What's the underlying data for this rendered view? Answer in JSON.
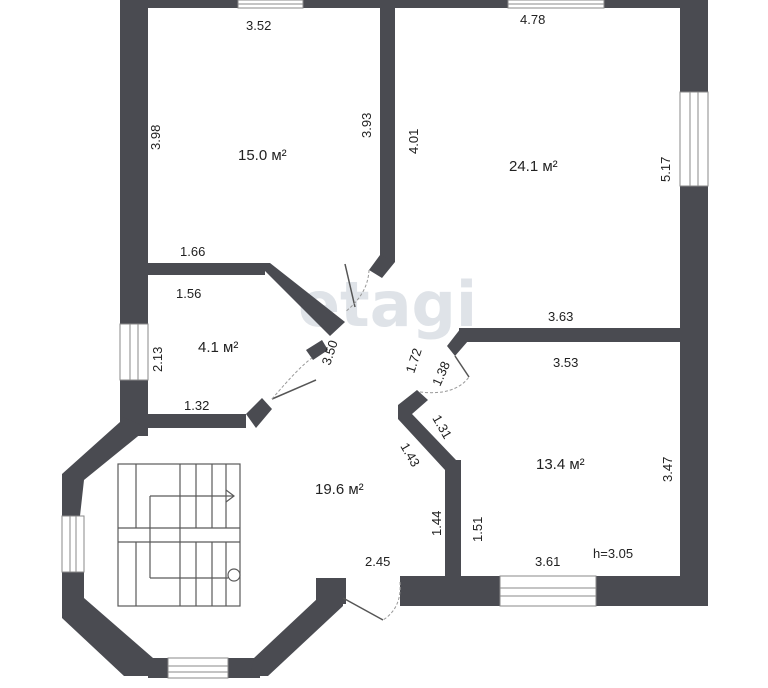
{
  "watermark": "etagi",
  "rooms": {
    "top_left_area": "15.0 м²",
    "top_right_area": "24.1 м²",
    "small_left_area": "4.1 м²",
    "hall_area": "19.6 м²",
    "bottom_right_area": "13.4 м²"
  },
  "dimensions": {
    "tl_top": "3.52",
    "tl_left": "3.98",
    "tl_right": "3.93",
    "tr_top": "4.78",
    "tr_left": "4.01",
    "tr_right": "5.17",
    "wall_166": "1.66",
    "small_top": "1.56",
    "small_left": "2.13",
    "small_bottom": "1.32",
    "diag_350": "3.50",
    "tr_bottom": "3.63",
    "diag_172": "1.72",
    "diag_138": "1.38",
    "br_top": "3.53",
    "diag_131": "1.31",
    "diag_143": "1.43",
    "br_right": "3.47",
    "hall_144": "1.44",
    "br_left": "1.51",
    "hall_bottom": "2.45",
    "br_bottom": "3.61",
    "height": "h=3.05"
  },
  "colors": {
    "wall": "#4a4b51",
    "watermark": "#dfe3e8"
  },
  "icons": [
    "staircase-icon",
    "door-icon",
    "window-icon"
  ]
}
